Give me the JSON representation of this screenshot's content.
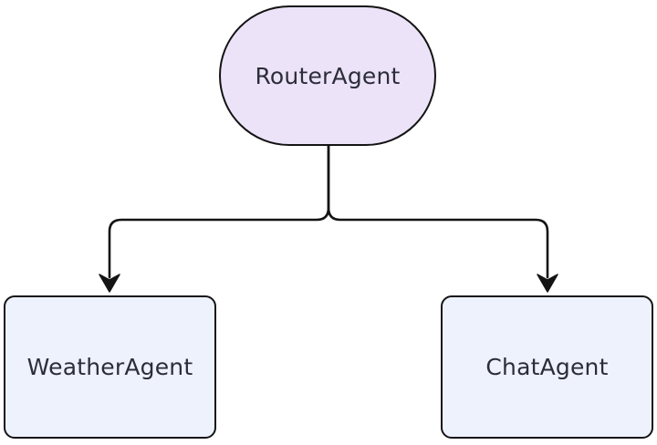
{
  "diagram": {
    "type": "flowchart",
    "direction": "top-down",
    "nodes": [
      {
        "id": "router",
        "label": "RouterAgent",
        "shape": "stadium",
        "fill": "#ece3f9"
      },
      {
        "id": "weather",
        "label": "WeatherAgent",
        "shape": "rounded-rect",
        "fill": "#edf2fc"
      },
      {
        "id": "chat",
        "label": "ChatAgent",
        "shape": "rounded-rect",
        "fill": "#edf2fc"
      }
    ],
    "edges": [
      {
        "from": "RouterAgent",
        "to": "WeatherAgent",
        "arrowhead": "triangle-down"
      },
      {
        "from": "RouterAgent",
        "to": "ChatAgent",
        "arrowhead": "triangle-down"
      }
    ],
    "colors": {
      "stroke": "#141414",
      "text": "#2d2d3a",
      "router_fill": "#ece3f9",
      "agent_fill": "#edf2fc",
      "background": "#ffffff"
    }
  }
}
